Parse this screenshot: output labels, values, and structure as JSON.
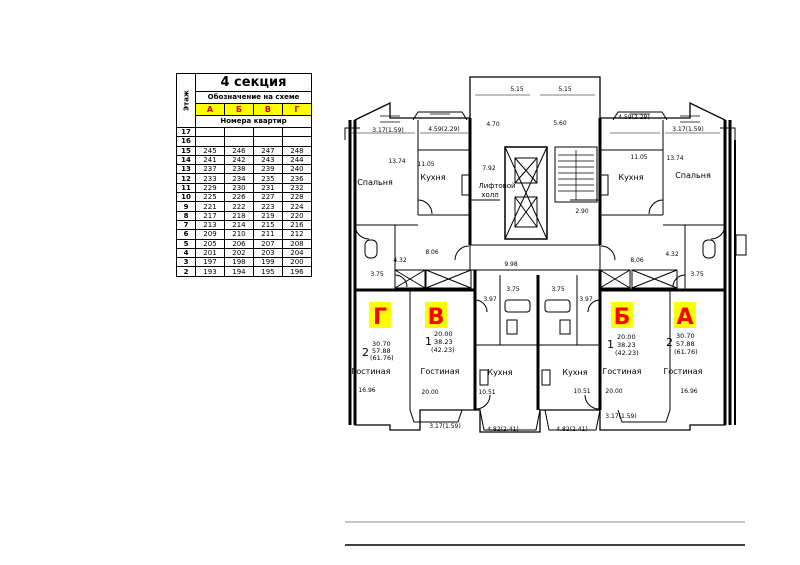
{
  "table": {
    "title": "4 секция",
    "etazh_label": "Этаж",
    "scheme_label": "Обозначение на схеме",
    "letters": [
      "А",
      "Б",
      "В",
      "Г"
    ],
    "numbers_label": "Номера квартир",
    "rows": [
      {
        "floor": "17",
        "apts": [
          "",
          "",
          "",
          ""
        ]
      },
      {
        "floor": "16",
        "apts": [
          "",
          "",
          "",
          ""
        ]
      },
      {
        "floor": "15",
        "apts": [
          "245",
          "246",
          "247",
          "248"
        ]
      },
      {
        "floor": "14",
        "apts": [
          "241",
          "242",
          "243",
          "244"
        ]
      },
      {
        "floor": "13",
        "apts": [
          "237",
          "238",
          "239",
          "240"
        ]
      },
      {
        "floor": "12",
        "apts": [
          "233",
          "234",
          "235",
          "236"
        ]
      },
      {
        "floor": "11",
        "apts": [
          "229",
          "230",
          "231",
          "232"
        ]
      },
      {
        "floor": "10",
        "apts": [
          "225",
          "226",
          "227",
          "228"
        ]
      },
      {
        "floor": "9",
        "apts": [
          "221",
          "222",
          "223",
          "224"
        ]
      },
      {
        "floor": "8",
        "apts": [
          "217",
          "218",
          "219",
          "220"
        ]
      },
      {
        "floor": "7",
        "apts": [
          "213",
          "214",
          "215",
          "216"
        ]
      },
      {
        "floor": "6",
        "apts": [
          "209",
          "210",
          "211",
          "212"
        ]
      },
      {
        "floor": "5",
        "apts": [
          "205",
          "206",
          "207",
          "208"
        ]
      },
      {
        "floor": "4",
        "apts": [
          "201",
          "202",
          "203",
          "204"
        ]
      },
      {
        "floor": "3",
        "apts": [
          "197",
          "198",
          "199",
          "200"
        ]
      },
      {
        "floor": "2",
        "apts": [
          "193",
          "194",
          "195",
          "196"
        ]
      }
    ]
  },
  "plan": {
    "apartment_letters": {
      "g": "Г",
      "v": "В",
      "b": "Б",
      "a": "А"
    },
    "letter_color": "#ff0000",
    "letter_bg": "#ffff00",
    "room_labels": {
      "spalnya_l": "Спальня",
      "spalnya_r": "Спальня",
      "kuhnya_l": "Кухня",
      "kuhnya_r": "Кухня",
      "kuhnya_cl": "Кухня",
      "kuhnya_cr": "Кухня",
      "gostinaya_1": "Гостиная",
      "gostinaya_2": "Гостиная",
      "gostinaya_3": "Гостиная",
      "gostinaya_4": "Гостиная",
      "lift_hall_1": "Лифтовой",
      "lift_hall_2": "холл"
    },
    "rooms_count": {
      "g": "2",
      "v": "1",
      "b": "1",
      "a": "2"
    },
    "areas": {
      "g_living": "30.70",
      "g_total": "57.88",
      "g_full": "(61.76)",
      "v_living": "20.00",
      "v_total": "38.23",
      "v_full": "(42.23)",
      "b_living": "20.00",
      "b_total": "38.23",
      "b_full": "(42.23)",
      "a_living": "30.70",
      "a_total": "57.88",
      "a_full": "(61.76)"
    },
    "dims": {
      "d515a": "5.15",
      "d515b": "5.15",
      "d470": "4.70",
      "d560": "5.60",
      "d317l": "3.17(1.59)",
      "d459l": "4.59(2.29)",
      "d459r": "4.59(2.29)",
      "d317r": "3.17(1.59)",
      "d1374l": "13.74",
      "d1105l": "11.05",
      "d792": "7.92",
      "d1105r": "11.05",
      "d1374r": "13.74",
      "d290": "2.90",
      "d806l": "8.06",
      "d806r": "8.06",
      "d432l": "4.32",
      "d432r": "4.32",
      "d998": "9.98",
      "d375l": "3.75",
      "d375r": "3.75",
      "d397l": "3.97",
      "d397r": "3.97",
      "d375cl": "3.75",
      "d375cr": "3.75",
      "d1696l": "16.96",
      "d2000l": "20.00",
      "d1051l": "10.51",
      "d1051r": "10.51",
      "d2000r": "20.00",
      "d1696r": "16.96",
      "d317bl": "3.17(1.59)",
      "d482l": "4.82(2.41)",
      "d482r": "4.82(2.41)",
      "d317br": "3.17(1.59)"
    }
  }
}
